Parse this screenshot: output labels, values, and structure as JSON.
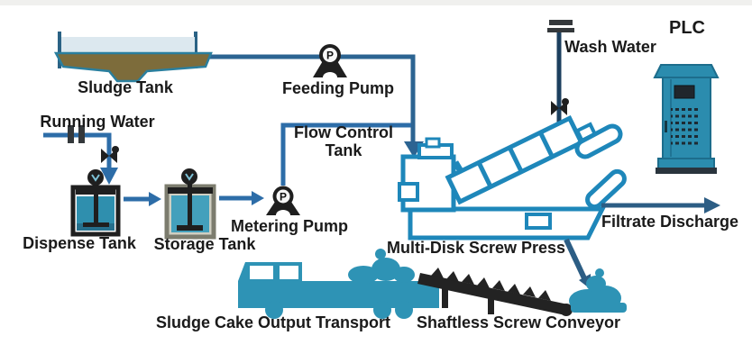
{
  "diagram_labels": {
    "sludge_tank": "Sludge Tank",
    "running_water": "Running Water",
    "feeding_pump": "Feeding Pump",
    "flow_control_tank": "Flow Control Tank",
    "dispense_tank": "Dispense Tank",
    "storage_tank": "Storage Tank",
    "metering_pump": "Metering Pump",
    "wash_water": "Wash Water",
    "plc": "PLC",
    "multi_disk_screw_press": "Multi-Disk Screw Press",
    "filtrate_discharge": "Filtrate Discharge",
    "sludge_cake_output_transport": "Sludge Cake Output Transport",
    "shaftless_screw_conveyor": "Shaftless Screw Conveyor"
  },
  "symbols": {
    "pump_letter": "P"
  },
  "icons": {
    "pump": "circle-P-on-black-stand",
    "valve": "black-bowtie-valve",
    "mixer_motor": "black-circle-agitator-motor",
    "water_source": "double-bar-union",
    "wash_tap": "double-bar-tap"
  },
  "colors": {
    "pipe_blue": "#2d6da8",
    "pipe_steel": "#2c6492",
    "pipe_navy": "#1c3f5e",
    "arrow_dark": "#2c5d84",
    "machine_teal": "#1e87ba",
    "silhouette_teal": "#2e93b5",
    "cabinet_teal": "#2b8cae",
    "sludge_brown": "#7d6c3b",
    "pale_water": "#dce8ef",
    "tank_liquid": "#2f8fae",
    "ink_black": "#1f1f1f"
  }
}
